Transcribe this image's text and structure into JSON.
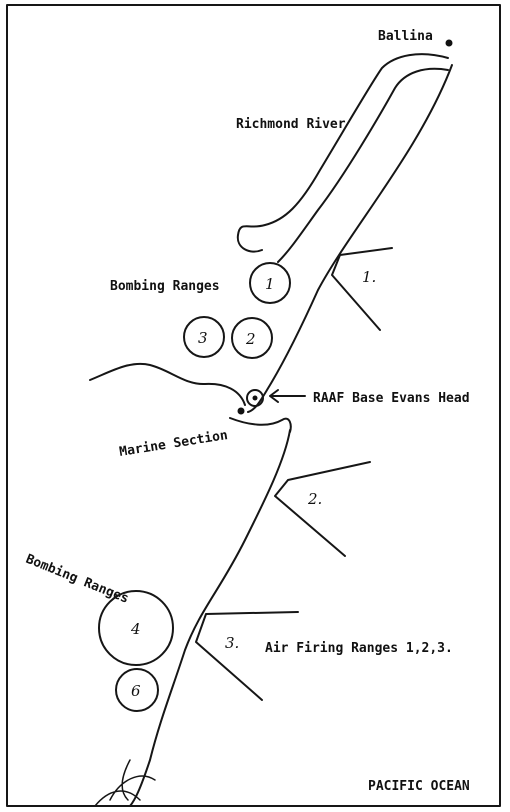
{
  "map": {
    "places": {
      "ballina": "Ballina",
      "richmond_river": "Richmond River",
      "bombing_ranges_north": "Bombing Ranges",
      "raaf_base": "RAAF Base Evans Head",
      "marine_section": "Marine Section",
      "bombing_ranges_south": "Bombing Ranges",
      "air_firing_ranges": "Air Firing Ranges 1,2,3.",
      "ocean": "PACIFIC OCEAN"
    },
    "bombing_range_numbers": [
      "1",
      "2",
      "3",
      "4",
      "6"
    ],
    "air_firing_range_numbers": [
      "1.",
      "2.",
      "3."
    ],
    "ink_color": "#161616",
    "paper_color": "#ffffff"
  }
}
